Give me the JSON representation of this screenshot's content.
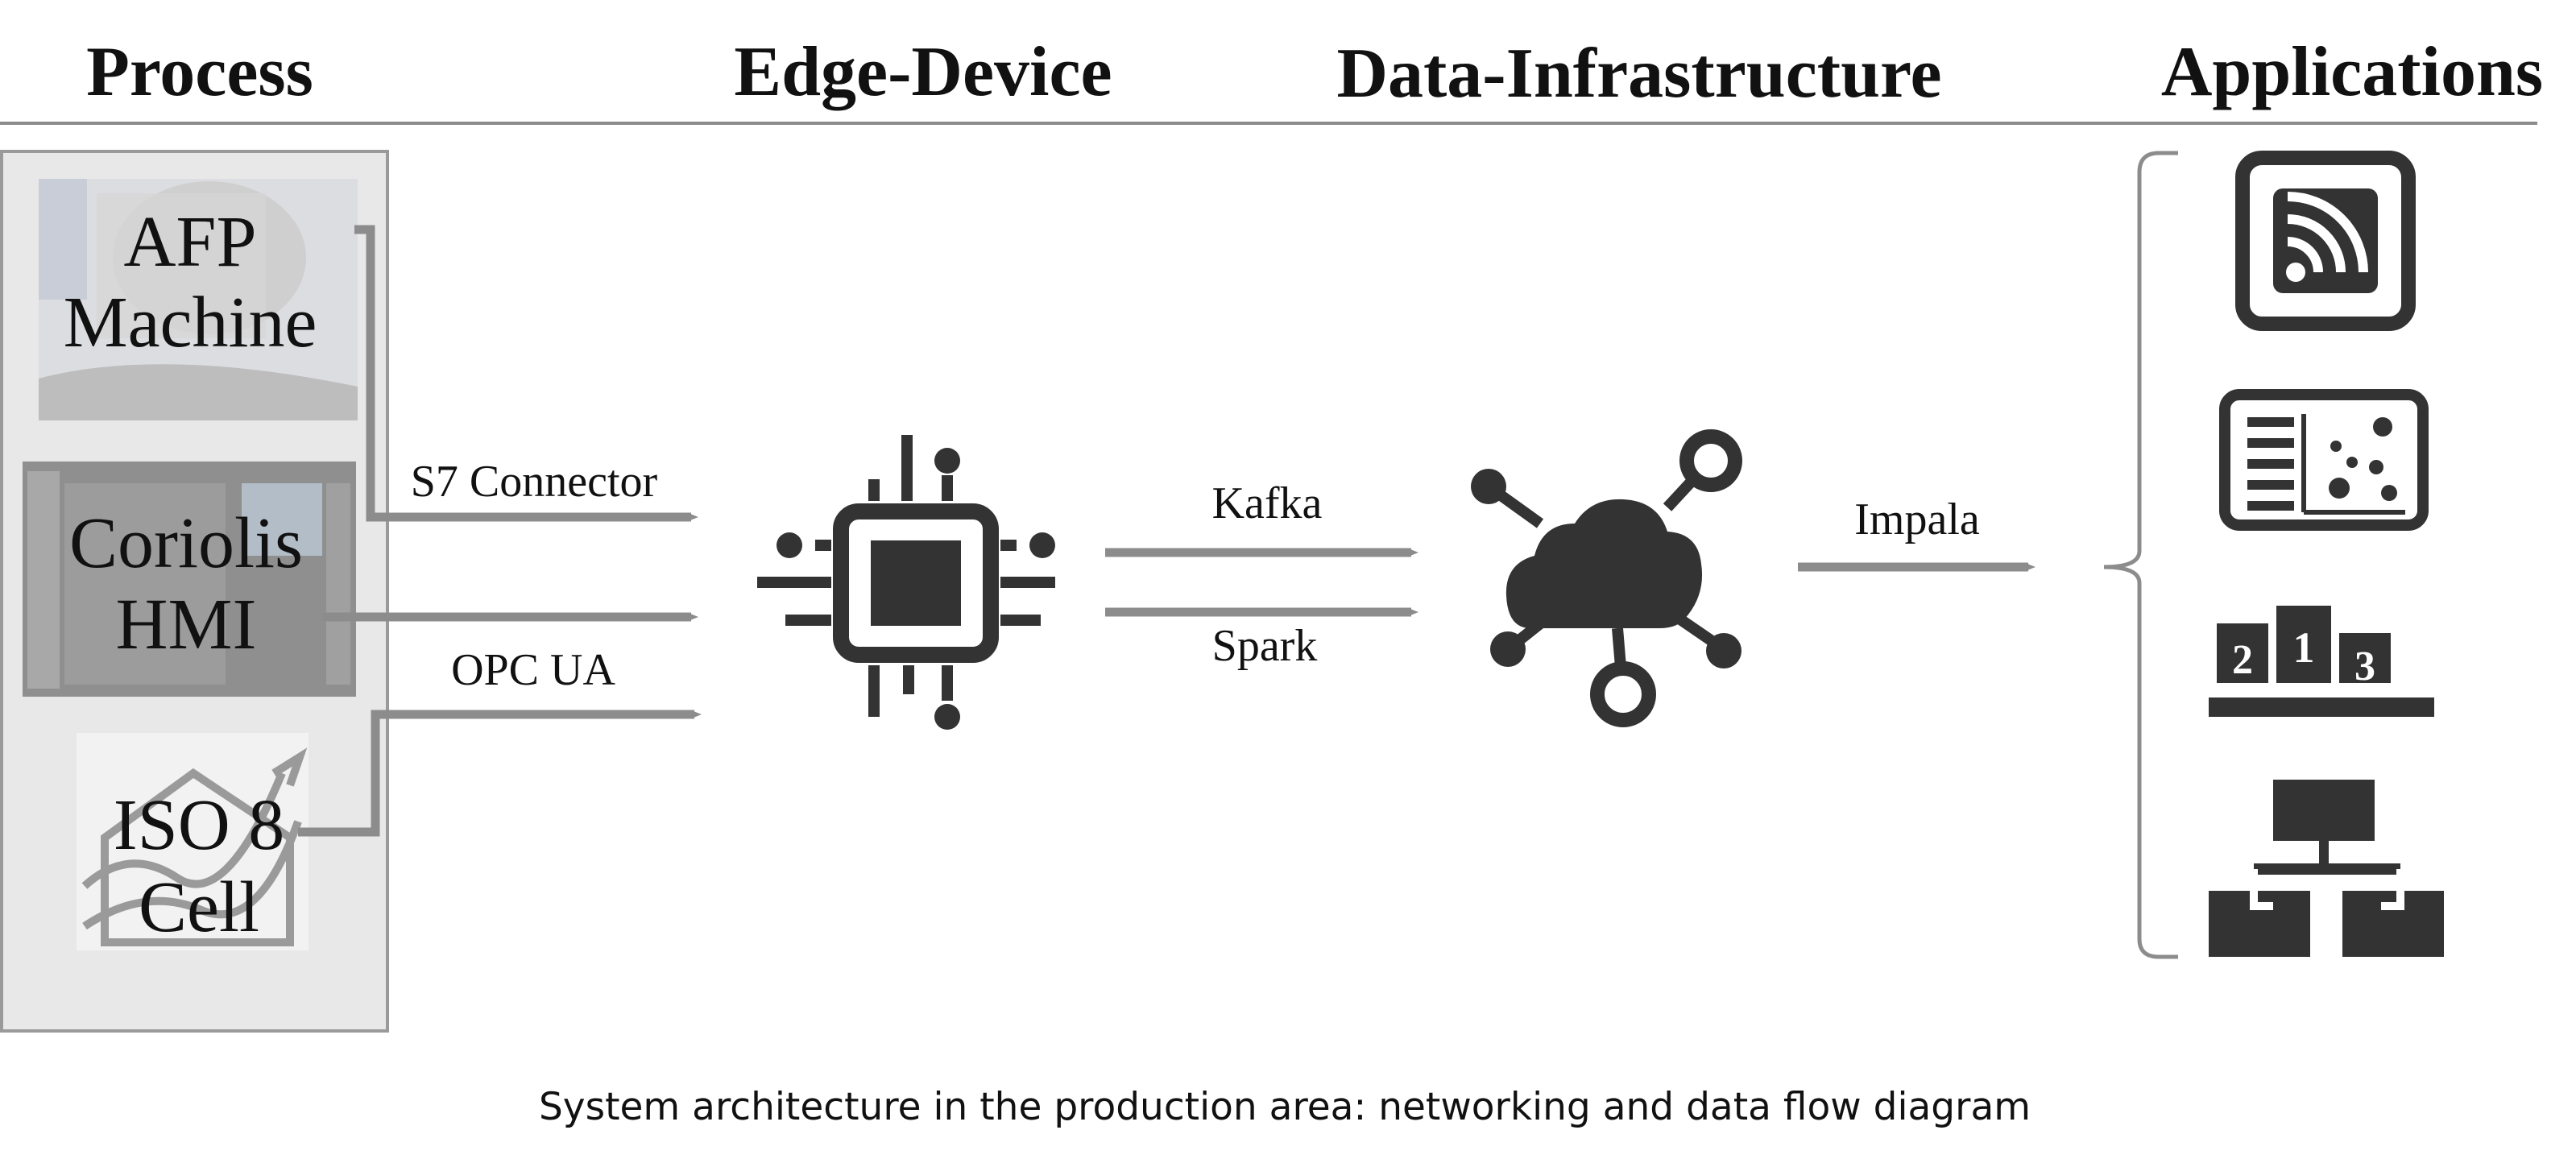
{
  "headers": {
    "process": "Process",
    "edge": "Edge-Device",
    "infra": "Data-Infrastructure",
    "apps": "Applications"
  },
  "process_nodes": {
    "afp": {
      "line1": "AFP",
      "line2": "Machine"
    },
    "coriolis": {
      "line1": "Coriolis",
      "line2": "HMI"
    },
    "iso": {
      "line1": "ISO 8",
      "line2": "Cell"
    }
  },
  "connectors": {
    "s7": "S7 Connector",
    "opc": "OPC UA",
    "kafka": "Kafka",
    "spark": "Spark",
    "impala": "Impala"
  },
  "icons": {
    "edge": "microchip-icon",
    "infra": "cloud-network-icon",
    "apps": [
      "rss-feed-icon",
      "dashboard-scatter-icon",
      "podium-ranking-icon",
      "hierarchy-tree-icon"
    ]
  },
  "caption": "System architecture in the production area: networking and data flow diagram",
  "colors": {
    "arrow": "#8c8c8c",
    "icon": "#333333",
    "panel": "#e8e8e8"
  }
}
